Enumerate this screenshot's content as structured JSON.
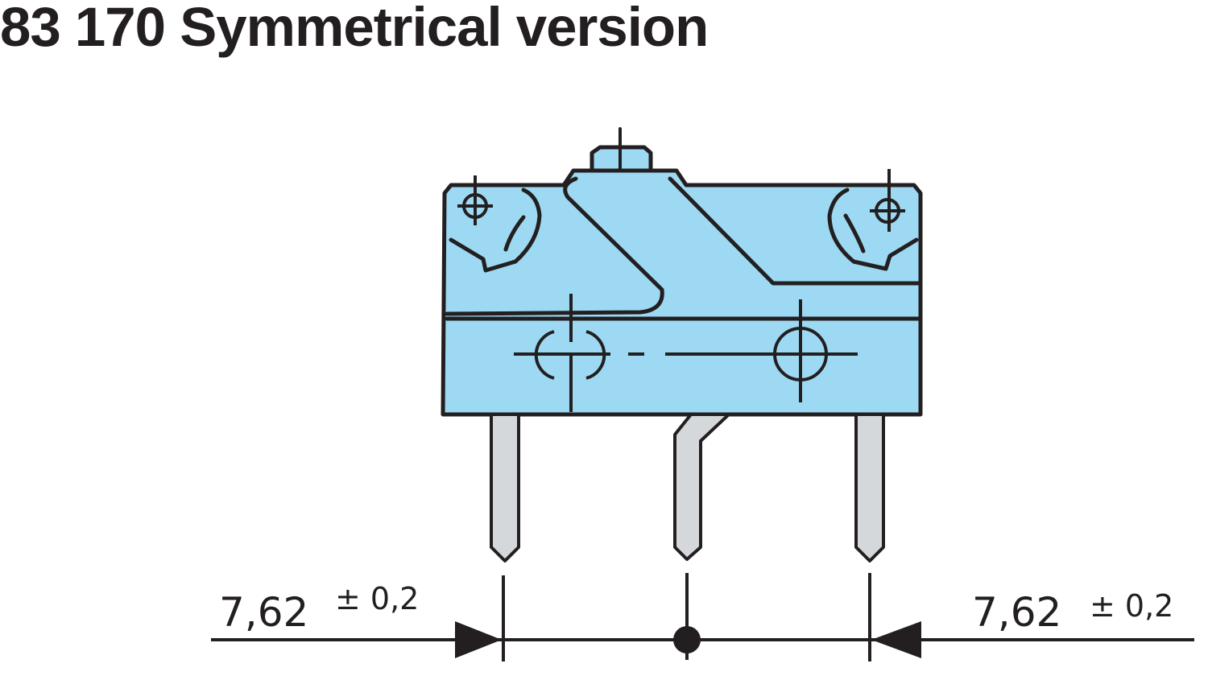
{
  "title": "83 170 Symmetrical version",
  "dimensions": {
    "left": {
      "value": "7,62",
      "tolerance": "± 0,2"
    },
    "right": {
      "value": "7,62",
      "tolerance": "± 0,2"
    }
  },
  "colors": {
    "body": "#9dd9f3",
    "pin": "#d5d8db",
    "line": "#231f20"
  }
}
